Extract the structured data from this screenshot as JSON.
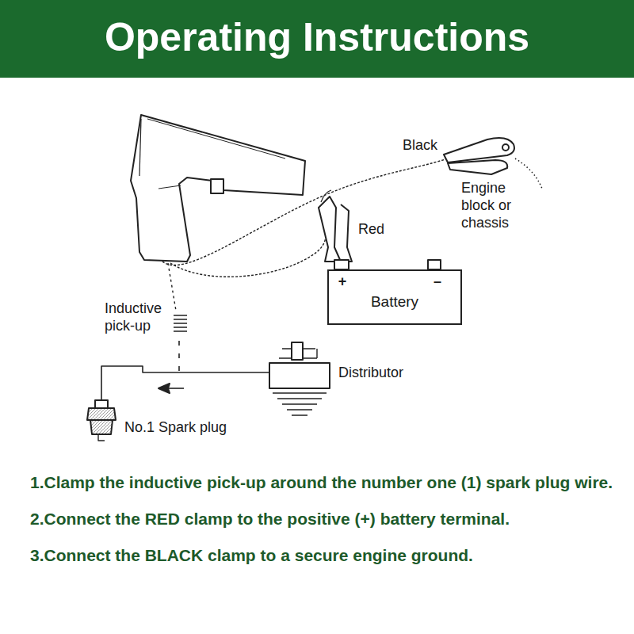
{
  "diagram": {
    "title": "Operating Instructions",
    "nodes": [
      {
        "text": [
          "Battery"
        ]
      }
    ],
    "labels": [
      "Black",
      "Engine block or chassis",
      "Red",
      "+",
      "–",
      "Inductive pick-up",
      "Distributor",
      "No.1 Spark plug",
      "1.Clamp the inductive pick-up around the number one (1) spark plug wire.",
      "2.Connect the RED clamp to the positive (+) battery terminal.",
      "3.Connect the BLACK clamp to a secure engine ground."
    ]
  }
}
